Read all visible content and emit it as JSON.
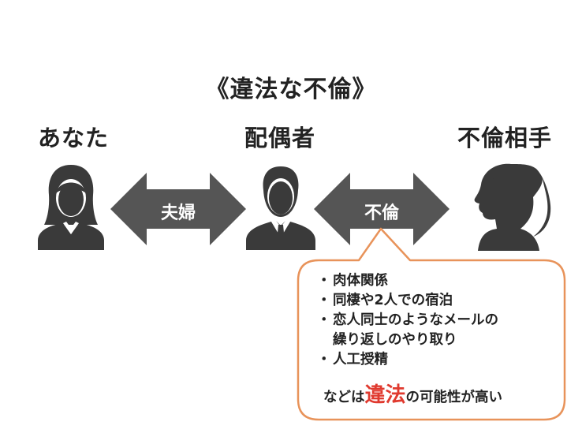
{
  "title": "《違法な不倫》",
  "people": {
    "you": "あなた",
    "spouse": "配偶者",
    "partner": "不倫相手"
  },
  "relations": {
    "married": "夫婦",
    "affair": "不倫"
  },
  "callout": {
    "items": [
      {
        "bullet": "・",
        "lines": [
          "肉体関係"
        ]
      },
      {
        "bullet": "・",
        "lines": [
          "同棲や2人での宿泊"
        ]
      },
      {
        "bullet": "・",
        "lines": [
          "恋人同士のようなメールの",
          "繰り返しのやり取り"
        ]
      },
      {
        "bullet": "・",
        "lines": [
          "人工授精"
        ]
      }
    ],
    "summary_pre": "などは",
    "summary_em": "違法",
    "summary_post": "の可能性が高い"
  },
  "colors": {
    "figure": "#3a3a3a",
    "arrow": "#555555",
    "callout_border": "#e8935a",
    "emphasis": "#e03a2f"
  },
  "icons": [
    "female-person-icon",
    "male-suit-person-icon",
    "female-ponytail-silhouette-icon"
  ]
}
